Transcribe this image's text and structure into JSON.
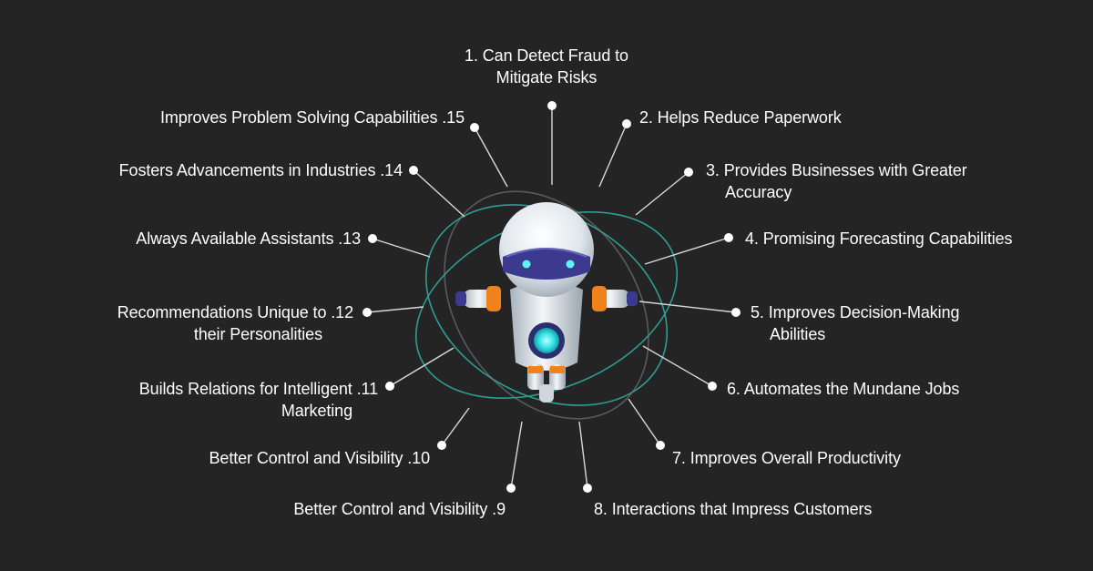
{
  "colors": {
    "background": "#242424",
    "text": "#ffffff",
    "connector": "#d9d9d9",
    "orbit": "#2fb3a8",
    "robot_body": "#e9eef2",
    "robot_visor": "#3b3a8f",
    "robot_core": "#33e0e4",
    "robot_accent": "#f0821e"
  },
  "icons": [
    "robot-icon"
  ],
  "benefits": [
    {
      "lines": [
        "1. Can Detect Fraud to",
        "Mitigate Risks"
      ]
    },
    {
      "lines": [
        "2. Helps Reduce Paperwork"
      ]
    },
    {
      "lines": [
        "3. Provides Businesses with Greater",
        "Accuracy"
      ]
    },
    {
      "lines": [
        "4. Promising Forecasting Capabilities"
      ]
    },
    {
      "lines": [
        "5. Improves Decision-Making",
        "Abilities"
      ]
    },
    {
      "lines": [
        "6. Automates the Mundane Jobs"
      ]
    },
    {
      "lines": [
        "7. Improves Overall Productivity"
      ]
    },
    {
      "lines": [
        "8. Interactions that Impress Customers"
      ]
    },
    {
      "lines": [
        "Better Control and Visibility .9"
      ]
    },
    {
      "lines": [
        "Better Control and Visibility .10"
      ]
    },
    {
      "lines": [
        "Builds Relations for Intelligent .11",
        "Marketing"
      ]
    },
    {
      "lines": [
        "Recommendations Unique to  .12",
        "their Personalities"
      ]
    },
    {
      "lines": [
        "Always Available Assistants .13"
      ]
    },
    {
      "lines": [
        "Fosters Advancements in Industries .14"
      ]
    },
    {
      "lines": [
        "Improves Problem Solving Capabilities .15"
      ]
    }
  ]
}
